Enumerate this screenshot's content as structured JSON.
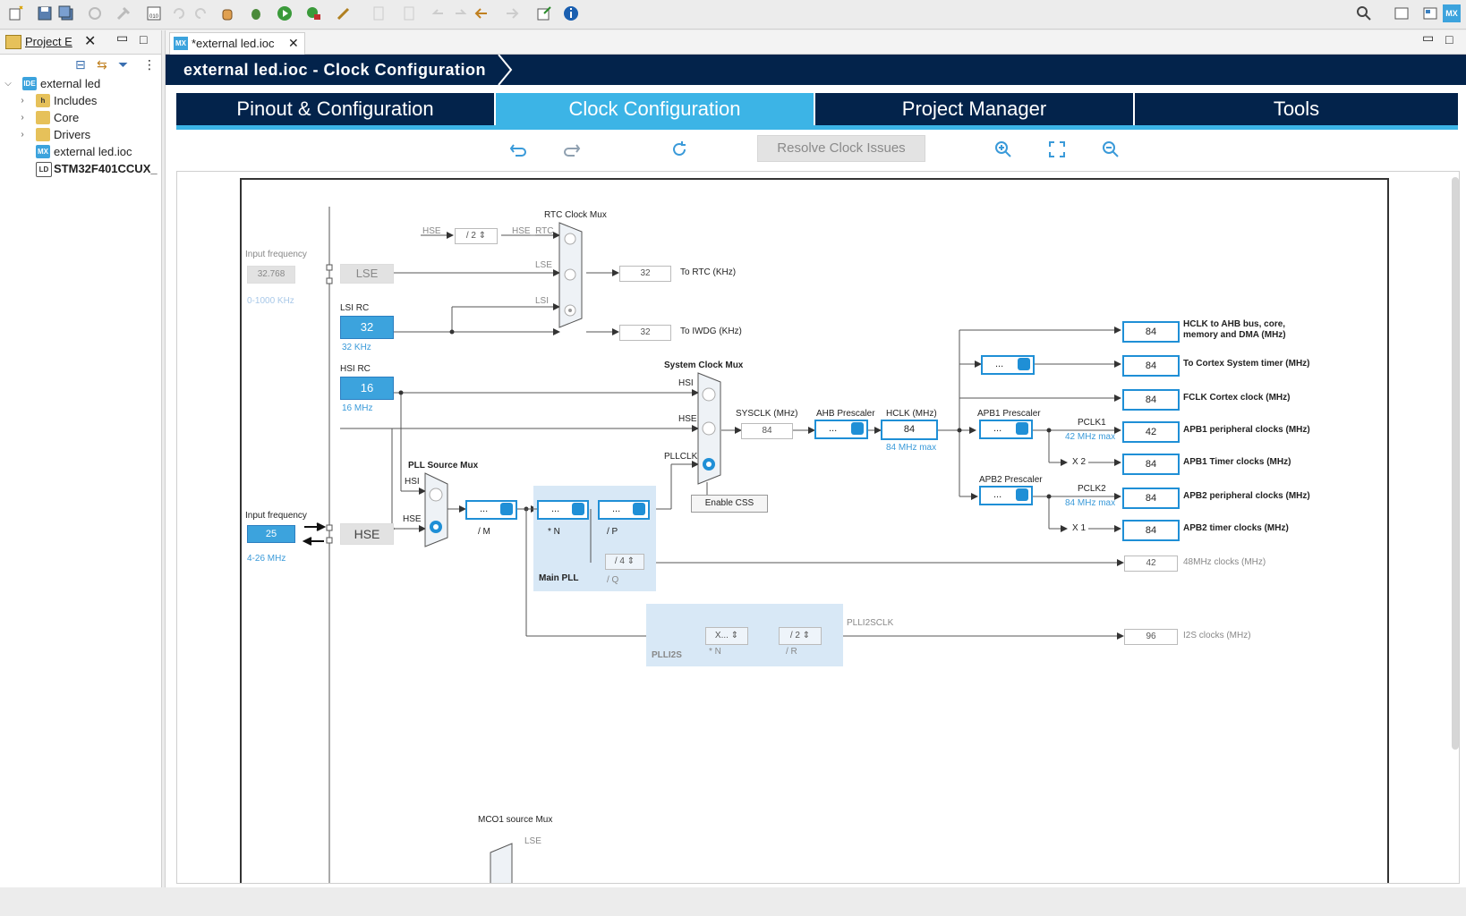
{
  "left_panel": {
    "tab_label": "Project E",
    "tree": [
      {
        "label": "external led",
        "icon": "IDE",
        "expanded": true
      },
      {
        "label": "Includes",
        "icon": "folder"
      },
      {
        "label": "Core",
        "icon": "folder"
      },
      {
        "label": "Drivers",
        "icon": "folder"
      },
      {
        "label": "external led.ioc",
        "icon": "MX"
      },
      {
        "label": "STM32F401CCUX_",
        "icon": "LD"
      }
    ]
  },
  "editor": {
    "tab_label": "*external led.ioc",
    "tab_icon": "MX",
    "banner_title": "external led.ioc - Clock Configuration",
    "tabs": [
      "Pinout & Configuration",
      "Clock Configuration",
      "Project Manager",
      "Tools"
    ],
    "active_tab": "Clock Configuration",
    "resolve_label": "Resolve Clock Issues"
  },
  "diagram": {
    "input_frequency_label": "Input frequency",
    "lse_freq": "32.768",
    "lse_range": "0-1000 KHz",
    "lse_label": "LSE",
    "lsi_rc": "LSI RC",
    "lsi_value": "32",
    "lsi_unit": "32 KHz",
    "hsi_rc": "HSI RC",
    "hsi_value": "16",
    "hsi_unit": "16 MHz",
    "hse_input_label": "Input frequency",
    "hse_freq": "25",
    "hse_range": "4-26 MHz",
    "hse_label": "HSE",
    "rtc_mux": "RTC Clock Mux",
    "hse_small": "HSE",
    "div2": "/ 2",
    "hse_rtc": "HSE_RTC",
    "lse_small": "LSE",
    "lsi_small": "LSI",
    "rtc_val": "32",
    "rtc_label": "To RTC (KHz)",
    "iwdg_val": "32",
    "iwdg_label": "To IWDG (KHz)",
    "sysclk_mux": "System Clock Mux",
    "hsi_small": "HSI",
    "pllclk": "PLLCLK",
    "enable_css": "Enable CSS",
    "sysclk_label": "SYSCLK (MHz)",
    "sysclk_val": "84",
    "ahb_label": "AHB Prescaler",
    "hclk_label": "HCLK (MHz)",
    "hclk_val": "84",
    "hclk_max": "84 MHz max",
    "apb1_label": "APB1 Prescaler",
    "apb2_label": "APB2 Prescaler",
    "pclk1": "PCLK1",
    "pclk1_max": "42 MHz max",
    "pclk2": "PCLK2",
    "pclk2_max": "84 MHz max",
    "x2": "X 2",
    "x1": "X 1",
    "pll_src_mux": "PLL Source Mux",
    "div_m": "/ M",
    "mul_n": "* N",
    "div_p": "/ P",
    "div_q": "/ Q",
    "div4": "/ 4",
    "main_pll": "Main PLL",
    "plli2s": "PLLI2S",
    "plli2s_n": "* N",
    "plli2s_r": "/ R",
    "plli2s_x": "X...",
    "plli2s_div": "/ 2",
    "plli2sclk": "PLLI2SCLK",
    "select_dots": "...",
    "mco1": "MCO1 source Mux",
    "mco_lse": "LSE",
    "outputs": [
      {
        "value": "84",
        "label": "HCLK to AHB bus, core,",
        "label2": "memory and DMA (MHz)"
      },
      {
        "value": "84",
        "label": "To Cortex System timer (MHz)"
      },
      {
        "value": "84",
        "label": "FCLK Cortex clock (MHz)"
      },
      {
        "value": "42",
        "label": "APB1 peripheral clocks (MHz)"
      },
      {
        "value": "84",
        "label": "APB1 Timer clocks (MHz)"
      },
      {
        "value": "84",
        "label": "APB2 peripheral clocks (MHz)"
      },
      {
        "value": "84",
        "label": "APB2 timer clocks (MHz)"
      }
    ],
    "usb_val": "42",
    "usb_label": "48MHz clocks (MHz)",
    "i2s_val": "96",
    "i2s_label": "I2S clocks (MHz)"
  },
  "colors": {
    "banner": "#03234b",
    "accent": "#3cb4e6",
    "select_border": "#1f8fd6"
  }
}
